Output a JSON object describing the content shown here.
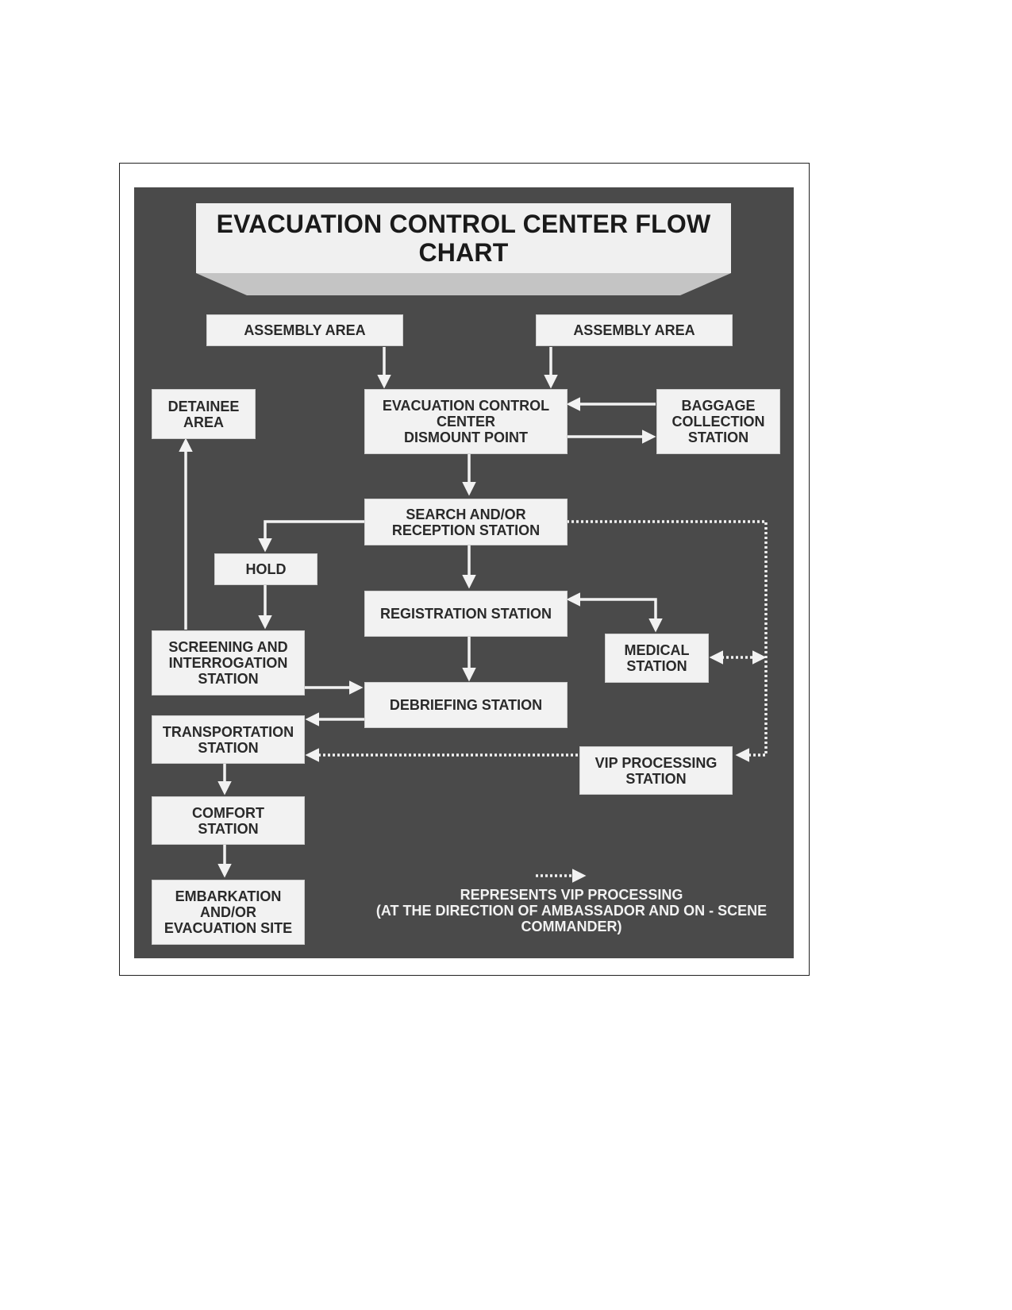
{
  "title": "EVACUATION CONTROL CENTER FLOW CHART",
  "nodes": {
    "assembly_left": "ASSEMBLY AREA",
    "assembly_right": "ASSEMBLY AREA",
    "detainee": "DETAINEE\nAREA",
    "ecc": "EVACUATION CONTROL\nCENTER\nDISMOUNT POINT",
    "baggage": "BAGGAGE\nCOLLECTION\nSTATION",
    "search": "SEARCH AND/OR\nRECEPTION STATION",
    "hold": "HOLD",
    "registration": "REGISTRATION STATION",
    "medical": "MEDICAL\nSTATION",
    "screening": "SCREENING AND\nINTERROGATION\nSTATION",
    "debriefing": "DEBRIEFING STATION",
    "transportation": "TRANSPORTATION\nSTATION",
    "vip": "VIP PROCESSING\nSTATION",
    "comfort": "COMFORT\nSTATION",
    "embarkation": "EMBARKATION\nAND/OR\nEVACUATION SITE"
  },
  "legend": {
    "text": "REPRESENTS VIP PROCESSING\n(AT THE DIRECTION OF AMBASSADOR AND ON - SCENE\nCOMMANDER)",
    "line_style": "dotted"
  },
  "colors": {
    "panel": "#4a4a4a",
    "box": "#f2f2f2",
    "connector": "#f2f2f2"
  }
}
